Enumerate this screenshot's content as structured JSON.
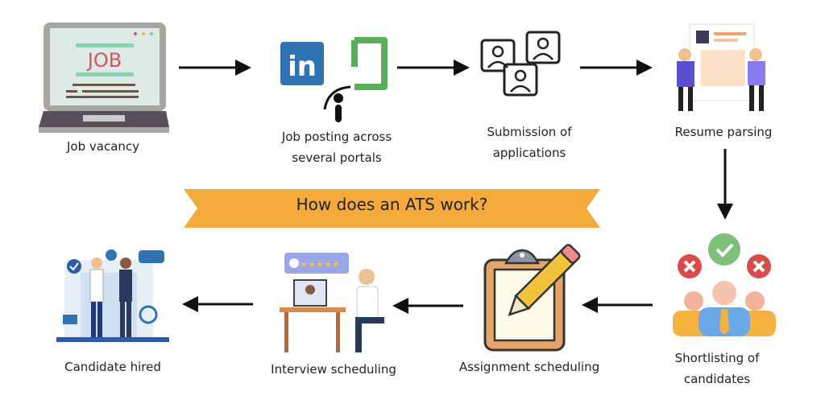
{
  "title": "How does an ATS work?",
  "steps": [
    {
      "label": "Job vacancy",
      "icon": "laptop-job-icon",
      "icon_text": "JOB"
    },
    {
      "label_line1": "Job posting across",
      "label_line2": "several portals",
      "icon": "job-portals-icon",
      "icon_text": "in"
    },
    {
      "label_line1": "Submission of",
      "label_line2": "applications",
      "icon": "applications-icon"
    },
    {
      "label": "Resume parsing",
      "icon": "resume-parsing-icon"
    },
    {
      "label_line1": "Shortlisting of",
      "label_line2": "candidates",
      "icon": "shortlisting-icon"
    },
    {
      "label": "Assignment scheduling",
      "icon": "clipboard-pencil-icon"
    },
    {
      "label": "Interview scheduling",
      "icon": "interview-icon"
    },
    {
      "label": "Candidate hired",
      "icon": "handshake-icon"
    }
  ],
  "colors": {
    "banner": "#F4A93B",
    "linkedin": "#2F73B3",
    "green": "#5AB05A",
    "red": "#D94A4A",
    "arrow": "#111111"
  }
}
